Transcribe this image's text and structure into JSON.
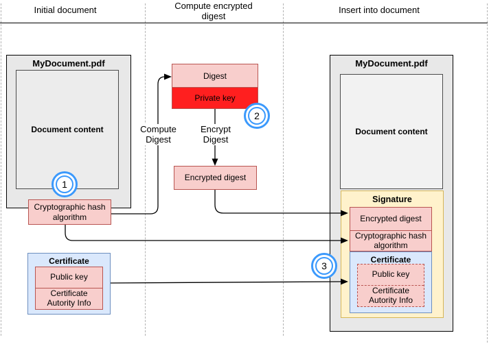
{
  "lanes": [
    {
      "label": "Initial document"
    },
    {
      "label": "Compute encrypted digest"
    },
    {
      "label": "Insert into document"
    }
  ],
  "initial_document": {
    "title": "MyDocument.pdf",
    "content_label": "Document content",
    "hash_label": "Cryptographic hash algorithm",
    "badge": "1"
  },
  "certificate": {
    "title": "Certificate",
    "public_key": "Public key",
    "authority_info": "Certificate Autority Info"
  },
  "compute": {
    "digest": "Digest",
    "private_key": "Private key",
    "encrypted_digest": "Encrypted digest",
    "compute_digest_label": "Compute Digest",
    "encrypt_digest_label": "Encrypt Digest",
    "badge": "2"
  },
  "insert": {
    "title": "MyDocument.pdf",
    "content_label": "Document content",
    "signature_title": "Signature",
    "encrypted_digest": "Encrypted digest",
    "hash_label": "Cryptographic hash algorithm",
    "certificate_title": "Certificate",
    "public_key": "Public key",
    "authority_info": "Certificate Autority Info",
    "badge": "3"
  },
  "colors": {
    "pink_fill": "#f8cecc",
    "red_border": "#b85450",
    "bright_red_fill": "#ff1f1f",
    "blue_fill": "#dae8fc",
    "blue_border": "#6c8ebf",
    "yellow_fill": "#fff2cc",
    "yellow_border": "#d6b656",
    "document_gray": "#e8e8e8",
    "badge_blue": "#3b99fc"
  }
}
